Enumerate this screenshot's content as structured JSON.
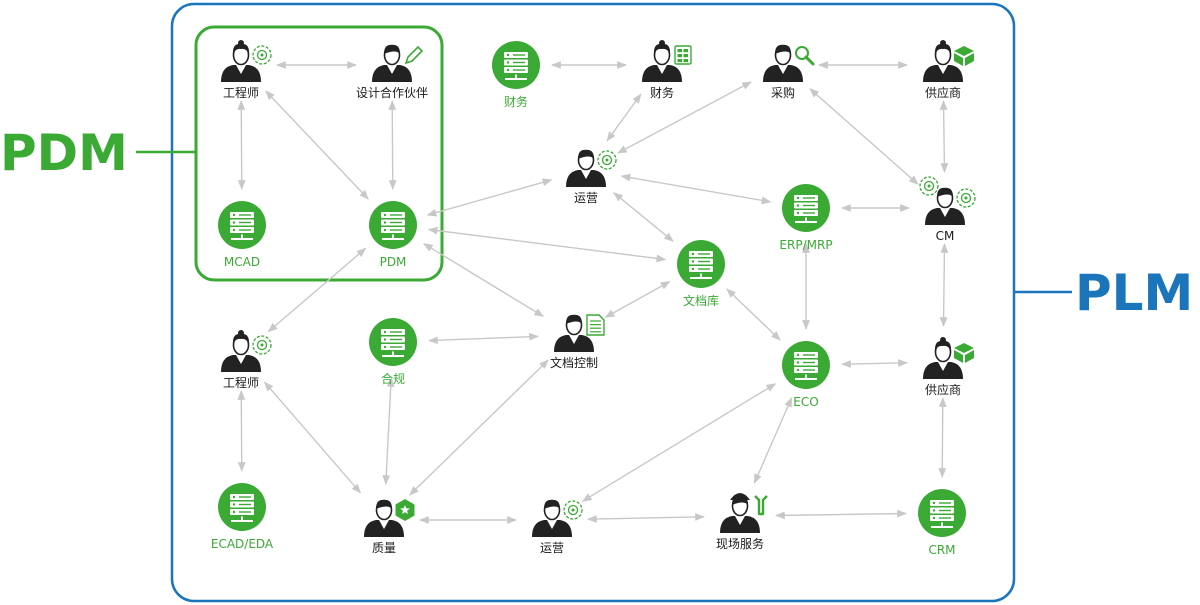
{
  "regions": {
    "pdm_label": "PDM",
    "plm_label": "PLM"
  },
  "colors": {
    "green": "#3aaa35",
    "blue": "#1a75bb",
    "arrow": "#c8c8c8",
    "person": "#222222"
  },
  "nodes": [
    {
      "id": "engineer1",
      "label": "工程师",
      "kind": "person",
      "icon": "gear-icon"
    },
    {
      "id": "designpartner",
      "label": "设计合作伙伴",
      "kind": "person",
      "icon": "pencil-icon"
    },
    {
      "id": "mcad",
      "label": "MCAD",
      "kind": "system",
      "icon": "server-icon"
    },
    {
      "id": "pdm",
      "label": "PDM",
      "kind": "system",
      "icon": "server-icon"
    },
    {
      "id": "finance_sys",
      "label": "财务",
      "kind": "system",
      "icon": "server-icon"
    },
    {
      "id": "finance_p",
      "label": "财务",
      "kind": "person",
      "icon": "calculator-icon"
    },
    {
      "id": "purchase",
      "label": "采购",
      "kind": "person",
      "icon": "magnifier-icon"
    },
    {
      "id": "supplier1",
      "label": "供应商",
      "kind": "person",
      "icon": "box-icon"
    },
    {
      "id": "ops1",
      "label": "运营",
      "kind": "person",
      "icon": "gear-icon"
    },
    {
      "id": "erp",
      "label": "ERP/MRP",
      "kind": "system",
      "icon": "server-icon"
    },
    {
      "id": "cm",
      "label": "CM",
      "kind": "person",
      "icon": "gear-icon"
    },
    {
      "id": "doclib",
      "label": "文档库",
      "kind": "system",
      "icon": "server-icon"
    },
    {
      "id": "engineer2",
      "label": "工程师",
      "kind": "person",
      "icon": "gear-icon"
    },
    {
      "id": "compliance",
      "label": "合规",
      "kind": "system",
      "icon": "server-icon"
    },
    {
      "id": "doccontrol",
      "label": "文档控制",
      "kind": "person",
      "icon": "document-icon"
    },
    {
      "id": "eco",
      "label": "ECO",
      "kind": "system",
      "icon": "server-icon"
    },
    {
      "id": "supplier2",
      "label": "供应商",
      "kind": "person",
      "icon": "box-icon"
    },
    {
      "id": "ecad",
      "label": "ECAD/EDA",
      "kind": "system",
      "icon": "server-icon"
    },
    {
      "id": "quality",
      "label": "质量",
      "kind": "person",
      "icon": "badge-icon"
    },
    {
      "id": "ops2",
      "label": "运营",
      "kind": "person",
      "icon": "gear-icon"
    },
    {
      "id": "fieldservice",
      "label": "现场服务",
      "kind": "person",
      "icon": "wrench-icon"
    },
    {
      "id": "crm",
      "label": "CRM",
      "kind": "system",
      "icon": "server-icon"
    }
  ],
  "edges": [
    [
      "engineer1",
      "designpartner"
    ],
    [
      "engineer1",
      "mcad"
    ],
    [
      "engineer1",
      "pdm"
    ],
    [
      "designpartner",
      "pdm"
    ],
    [
      "finance_sys",
      "finance_p"
    ],
    [
      "finance_p",
      "ops1"
    ],
    [
      "purchase",
      "ops1"
    ],
    [
      "purchase",
      "supplier1"
    ],
    [
      "purchase",
      "cm"
    ],
    [
      "supplier1",
      "cm"
    ],
    [
      "pdm",
      "ops1"
    ],
    [
      "ops1",
      "erp"
    ],
    [
      "ops1",
      "doclib"
    ],
    [
      "erp",
      "cm"
    ],
    [
      "pdm",
      "doclib"
    ],
    [
      "pdm",
      "engineer2"
    ],
    [
      "pdm",
      "doccontrol"
    ],
    [
      "compliance",
      "doccontrol"
    ],
    [
      "doccontrol",
      "doclib"
    ],
    [
      "doclib",
      "eco"
    ],
    [
      "erp",
      "eco"
    ],
    [
      "cm",
      "supplier2"
    ],
    [
      "eco",
      "supplier2"
    ],
    [
      "engineer2",
      "ecad"
    ],
    [
      "engineer2",
      "quality"
    ],
    [
      "compliance",
      "quality"
    ],
    [
      "doccontrol",
      "quality"
    ],
    [
      "quality",
      "ops2"
    ],
    [
      "ops2",
      "eco"
    ],
    [
      "ops2",
      "fieldservice"
    ],
    [
      "fieldservice",
      "eco"
    ],
    [
      "fieldservice",
      "crm"
    ],
    [
      "supplier2",
      "crm"
    ]
  ]
}
